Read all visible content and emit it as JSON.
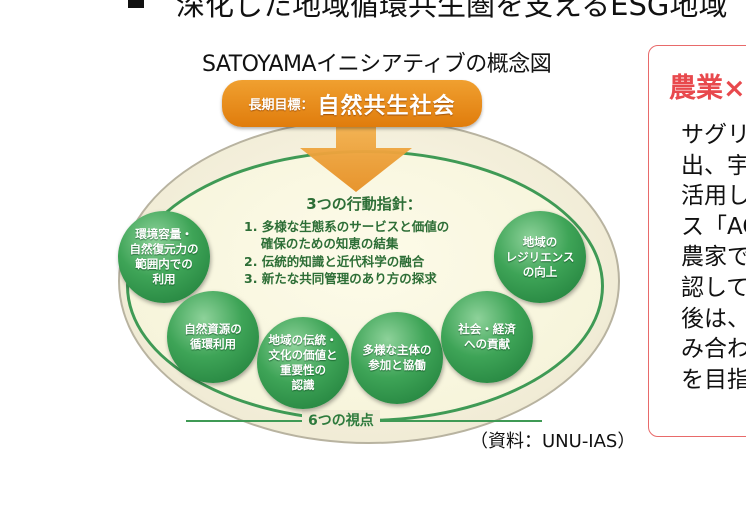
{
  "heading": {
    "text": "深化した地域循環共生圏を支えるESG地域"
  },
  "figure": {
    "title": "SATOYAMAイニシアティブの概念図",
    "goal_label": "長期目標：",
    "goal": "自然共生社会",
    "actions_title": "3つの行動指針：",
    "actions": [
      "1. 多様な生態系のサービスと価値の",
      "　 確保のための知恵の結集",
      "2. 伝統的知識と近代科学の融合",
      "3. 新たな共同管理のあり方の探求"
    ],
    "viewpoints_title": "6つの視点",
    "viewpoints": [
      "環境容量・\n自然復元力の\n範囲内での\n利用",
      "自然資源の\n循環利用",
      "地域の伝統・\n文化の価値と\n重要性の\n認識",
      "多様な主体の\n参加と協働",
      "社会・経済\nへの貢献",
      "地域の\nレジリエンス\nの向上"
    ],
    "source": "（資料：UNU-IAS）",
    "colors": {
      "goal": "#e8870f",
      "circle": "#3ea457",
      "border": "#3f9a55"
    }
  },
  "side_box": {
    "title": "農業×",
    "lines": [
      "サグリ",
      "出、宇",
      "活用し",
      "ス「AG",
      "農家で",
      "認して",
      "後は、",
      "み合わ",
      "を目指"
    ],
    "colors": {
      "title": "#e8494d",
      "border": "#e86a6a"
    }
  }
}
